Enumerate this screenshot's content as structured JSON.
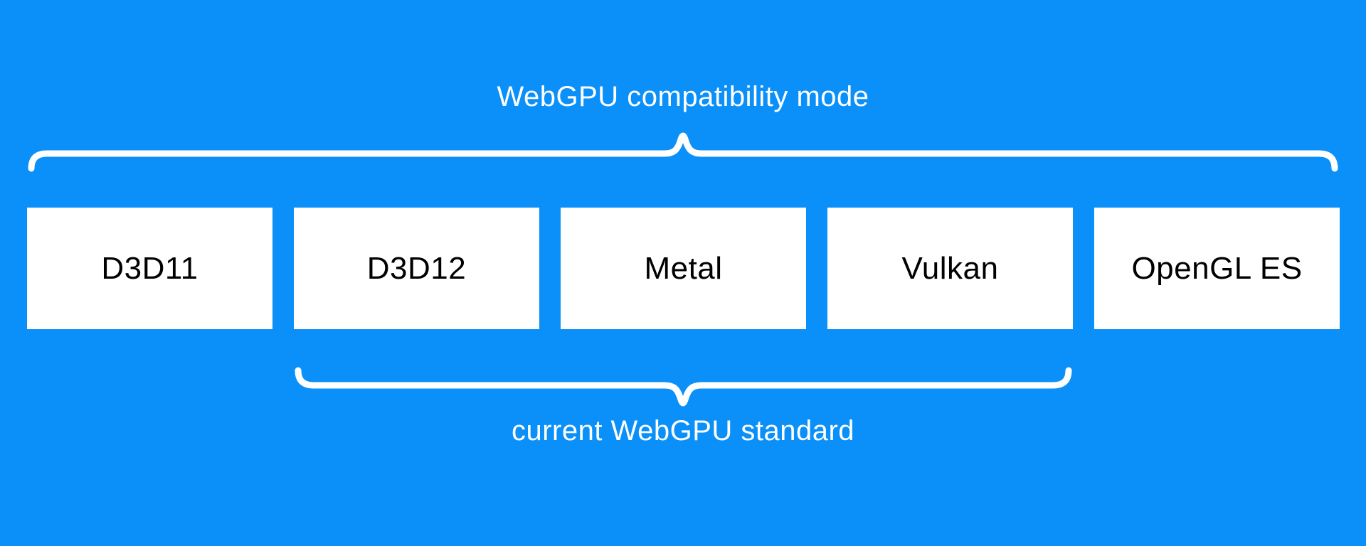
{
  "colors": {
    "background": "#0A90F8",
    "box_fill": "#FFFFFF",
    "box_text": "#000000",
    "brace": "#FFFFFF",
    "caption_text": "#FFFFFF"
  },
  "diagram": {
    "boxes": [
      "D3D11",
      "D3D12",
      "Metal",
      "Vulkan",
      "OpenGL ES"
    ],
    "top_brace": {
      "label": "WebGPU compatibility mode",
      "covers": [
        "D3D11",
        "D3D12",
        "Metal",
        "Vulkan",
        "OpenGL ES"
      ]
    },
    "bottom_brace": {
      "label": "current WebGPU standard",
      "covers": [
        "D3D12",
        "Metal",
        "Vulkan"
      ]
    }
  }
}
